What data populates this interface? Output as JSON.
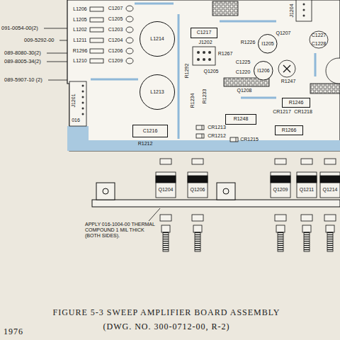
{
  "diagram": {
    "caption": "FIGURE 5-3 SWEEP AMPLIFIER BOARD ASSEMBLY",
    "nodes": [
      {
        "text": [
          "L1214"
        ]
      },
      {
        "text": [
          "L1213"
        ]
      },
      {
        "text": [
          "C1217"
        ]
      },
      {
        "text": [
          "I1205"
        ]
      },
      {
        "text": [
          "I1206"
        ]
      },
      {
        "text": [
          "R1248"
        ]
      },
      {
        "text": [
          "R1246"
        ]
      },
      {
        "text": [
          "R1266"
        ]
      },
      {
        "text": [
          "C1216"
        ]
      }
    ],
    "labels": [
      "091-0054-00(2)",
      "009-5292-00",
      "089-8080-30(2)",
      "089-8005-34(2)",
      "089-5907-10 (2)",
      "L1206",
      "C1207",
      "L1205",
      "C1205",
      "L1202",
      "C1203",
      "L1211",
      "C1204",
      "R1296",
      "C1206",
      "L1210",
      "C1209",
      "J1201",
      "016",
      "R1212",
      "J1202",
      "R1267",
      "R1226",
      "C1225",
      "C1220",
      "Q1205",
      "R1292",
      "R1234",
      "R1233",
      "Q1208",
      "Q1207",
      "C1227",
      "C1228",
      "R1247",
      "J1204",
      "CR1217",
      "CR1218",
      "CR1213",
      "CR1212",
      "CR1215",
      "Q1204",
      "Q1206",
      "Q1209",
      "Q1211",
      "Q1214",
      "APPLY 016-1004-00 THERMAL COMPOUND 1 MIL THICK (BOTH SIDES).",
      "(DWG. NO. 300-0712-00, R-2)",
      "1976"
    ]
  }
}
